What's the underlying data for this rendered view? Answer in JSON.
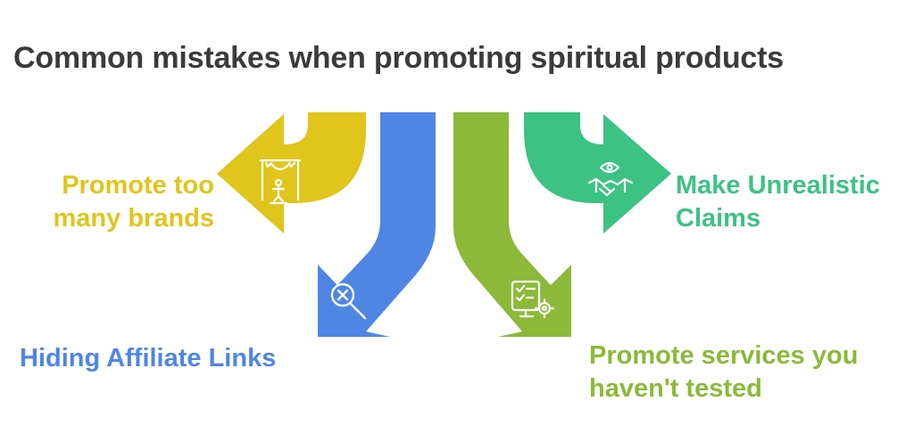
{
  "title": "Common mistakes when promoting spiritual products",
  "colors": {
    "yellow": "#dfc51c",
    "blue": "#4f86e4",
    "green": "#8cb93a",
    "teal": "#3cc283",
    "title": "#3b3b3b"
  },
  "mistakes": [
    {
      "lines": [
        "Promote too",
        "many brands"
      ],
      "icon": "stage-performance-icon",
      "color": "yellow"
    },
    {
      "lines": [
        "Hiding Affiliate Links"
      ],
      "icon": "search-x-icon",
      "color": "blue"
    },
    {
      "lines": [
        "Promote services you",
        "haven't tested"
      ],
      "icon": "checklist-gear-icon",
      "color": "green"
    },
    {
      "lines": [
        "Make Unrealistic",
        "Claims"
      ],
      "icon": "eye-handshake-icon",
      "color": "teal"
    }
  ]
}
